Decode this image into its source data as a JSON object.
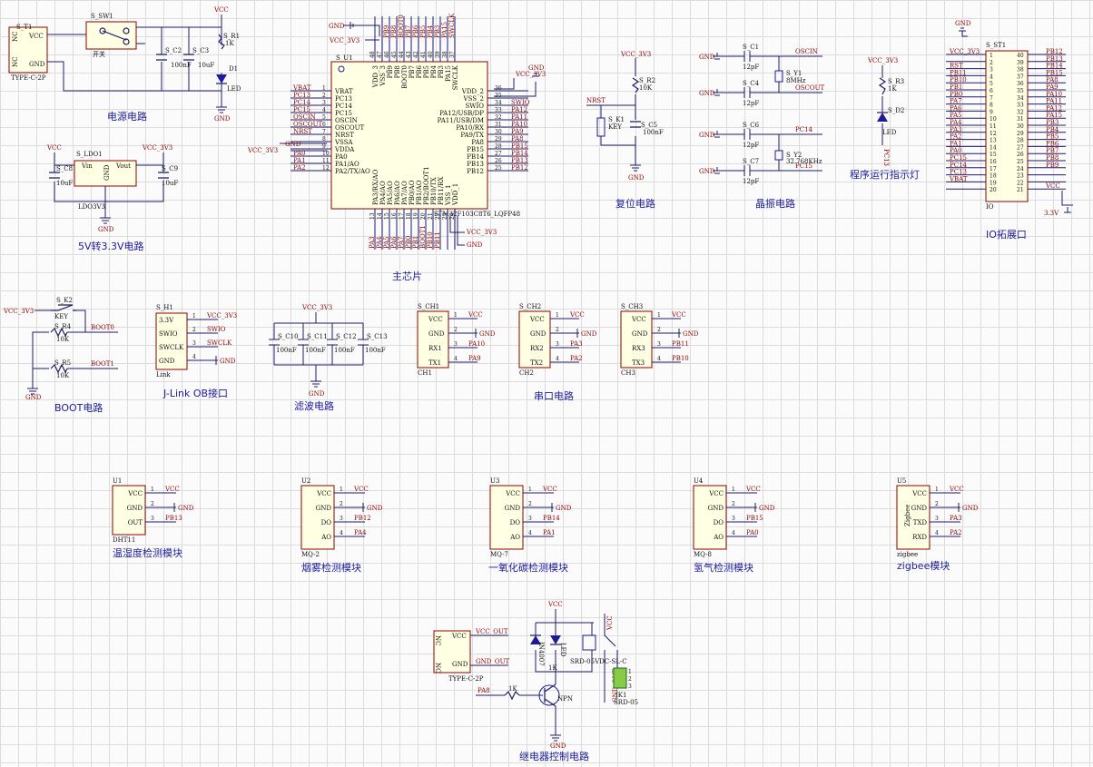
{
  "sections": {
    "power": "电源电路",
    "ldo": "5V转3.3V电路",
    "mcu": "主芯片",
    "reset": "复位电路",
    "crystal": "晶振电路",
    "led": "程序运行指示灯",
    "io": "IO拓展口",
    "boot": "BOOT电路",
    "jlink": "J-Link OB接口",
    "filter": "滤波电路",
    "uart": "串口电路",
    "dht": "温湿度检测模块",
    "smoke": "烟雾检测模块",
    "co": "一氧化碳检测模块",
    "h2": "氢气检测模块",
    "zigbee": "zigbee模块",
    "relay": "继电器控制电路"
  },
  "power_circuit": {
    "conn_ref": "S_T1",
    "conn_pins": [
      "VCC",
      "GND"
    ],
    "conn_nc": [
      "NC",
      "NC"
    ],
    "conn_type": "TYPE-C-2P",
    "sw_ref": "S_SW1",
    "sw_label": "开关",
    "c2_ref": "S_C2",
    "c2_val": "100nF",
    "c3_ref": "S_C3",
    "c3_val": "10uF",
    "r1_ref": "S_R1",
    "r1_val": "1K",
    "d1_ref": "D1",
    "d1_val": "LED",
    "vcc": "VCC",
    "gnd": "GND"
  },
  "ldo_circuit": {
    "ref": "S_LDO1",
    "name": "LDO3V3",
    "vin": "Vin",
    "vout": "Vout",
    "gnd": "GND",
    "c8_ref": "S_C8",
    "c8_val": "10uF",
    "c9_ref": "S_C9",
    "c9_val": "10uF",
    "vcc": "VCC",
    "vcc3v3": "VCC_3V3"
  },
  "mcu": {
    "ref": "S_U1",
    "part": "STM32F103C8T6_LQFP48",
    "left_pins": [
      "VBAT",
      "PC13",
      "PC14",
      "PC15",
      "OSCIN",
      "OSCOUT",
      "NRST",
      "VSSA",
      "VDDA",
      "PA0",
      "PA1/AO",
      "PA2/TX/AO"
    ],
    "left_nets": [
      "VBAT",
      "PC13",
      "PC14",
      "PC15",
      "OSCIN",
      "OSCOUT",
      "NRST",
      "",
      "",
      "PA0",
      "PA1",
      "PA2"
    ],
    "left_nums": [
      "1",
      "2",
      "3",
      "4",
      "5",
      "6",
      "7",
      "8",
      "9",
      "10",
      "11",
      "12"
    ],
    "right_pins": [
      "VDD_2",
      "VSS_2",
      "SWIO",
      "PA12/USB/DP",
      "PA11/USB/DM",
      "PA10/RX",
      "PA9/TX",
      "PA8",
      "PB15",
      "PB14",
      "PB13",
      "PB12"
    ],
    "right_nets": [
      "",
      "",
      "SWIO",
      "PA12",
      "PA11",
      "PA10",
      "PA9",
      "PA8",
      "PB15",
      "PB14",
      "PB13",
      "PB12"
    ],
    "right_nums": [
      "36",
      "35",
      "34",
      "33",
      "32",
      "31",
      "30",
      "29",
      "28",
      "27",
      "26",
      "25"
    ],
    "top_pins": [
      "VDD_3",
      "VSS_3",
      "PB9",
      "PB8",
      "BOOT0",
      "PB7",
      "PB6",
      "PB5",
      "PB4",
      "PB3",
      "PA15",
      "SWCLK"
    ],
    "top_nets": [
      "",
      "",
      "PB9",
      "PB8",
      "BOOT0",
      "PB7",
      "PB6",
      "PB5",
      "PB4",
      "PB3",
      "PA15",
      "SWCLK"
    ],
    "top_nums": [
      "48",
      "47",
      "46",
      "45",
      "44",
      "43",
      "42",
      "41",
      "40",
      "39",
      "38",
      "37"
    ],
    "bottom_pins": [
      "PA3/RX/AO",
      "PA4/AO",
      "PA5/AO",
      "PA6/AO",
      "PA7/AO",
      "PB0/AO",
      "PB1/AO",
      "PB2/BOOT1",
      "PB10/TX",
      "PB11/RX",
      "VSS_1",
      "VDD_1"
    ],
    "bottom_nets": [
      "PA3",
      "PA4",
      "PA5",
      "PA6",
      "PA7",
      "PB0",
      "PB1",
      "BOOT1",
      "PB10",
      "PB11",
      "",
      ""
    ],
    "bottom_nums": [
      "13",
      "14",
      "15",
      "16",
      "17",
      "18",
      "19",
      "20",
      "21",
      "22",
      "23",
      "24"
    ],
    "gnd": "GND",
    "vcc3v3": "VCC_3V3"
  },
  "reset": {
    "ref": "S_K1",
    "val": "KEY",
    "r_ref": "S_R2",
    "r_val": "10K",
    "c_ref": "S_C5",
    "c_val": "100nF",
    "net": "NRST",
    "vcc": "VCC_3V3",
    "gnd": "GND"
  },
  "crystal": {
    "c1_ref": "S_C1",
    "c4_ref": "S_C4",
    "c6_ref": "S_C6",
    "c7_ref": "S_C7",
    "cval": "12pF",
    "y1_ref": "S_Y1",
    "y1_val": "8MHz",
    "y2_ref": "S_Y2",
    "y2_val": "32.768KHz",
    "nets": [
      "OSCIN",
      "OSCOUT",
      "PC14",
      "PC15"
    ],
    "gnd": "GND"
  },
  "led": {
    "r_ref": "S_R3",
    "r_val": "1K",
    "d_ref": "S_D2",
    "d_val": "LED",
    "net": "PC13",
    "vcc": "VCC_3V3"
  },
  "io": {
    "ref": "S_ST1",
    "name": "IO",
    "left_nets": [
      "VCC_3V3",
      "",
      "RST",
      "PB11",
      "PB10",
      "PB1",
      "PB0",
      "PA7",
      "PA6",
      "PA5",
      "PA4",
      "PA3",
      "PA2",
      "PA1",
      "PA0",
      "PC15",
      "PC14",
      "PC13",
      "VBAT",
      ""
    ],
    "right_nets": [
      "PB12",
      "PB13",
      "PB14",
      "PB15",
      "PA8",
      "PA9",
      "PA10",
      "PA11",
      "PA12",
      "PA15",
      "PB3",
      "PB4",
      "PB5",
      "PB6",
      "PB7",
      "PB8",
      "PB9",
      "",
      "",
      "VCC"
    ],
    "left_nums": [
      "1",
      "2",
      "3",
      "4",
      "5",
      "6",
      "7",
      "8",
      "9",
      "10",
      "11",
      "12",
      "13",
      "14",
      "15",
      "16",
      "17",
      "18",
      "19",
      "20"
    ],
    "right_nums": [
      "40",
      "39",
      "38",
      "37",
      "36",
      "35",
      "34",
      "33",
      "32",
      "31",
      "30",
      "29",
      "28",
      "27",
      "26",
      "25",
      "24",
      "23",
      "22",
      "21"
    ],
    "gnd": "GND",
    "v33": "3.3V"
  },
  "boot": {
    "k_ref": "S_K2",
    "k_val": "KEY",
    "r4_ref": "S_R4",
    "r5_ref": "S_R5",
    "r_val": "10K",
    "net0": "BOOT0",
    "net1": "BOOT1",
    "vcc": "VCC_3V3",
    "gnd": "GND"
  },
  "jlink": {
    "ref": "S_H1",
    "name": "Link",
    "pins": [
      "3.3V",
      "SWIO",
      "SWCLK",
      "GND"
    ],
    "nets": [
      "VCC_3V3",
      "SWIO",
      "SWCLK",
      "GND"
    ]
  },
  "filter": {
    "caps": [
      "S_C10",
      "S_C11",
      "S_C12",
      "S_C13"
    ],
    "val": "100nF",
    "vcc": "VCC_3V3",
    "gnd": "GND"
  },
  "uart": [
    {
      "ref": "S_CH1",
      "name": "CH1",
      "pins": [
        "VCC",
        "GND",
        "RX1",
        "TX1"
      ],
      "nets": [
        "VCC",
        "GND",
        "PA10",
        "PA9"
      ]
    },
    {
      "ref": "S_CH2",
      "name": "CH2",
      "pins": [
        "VCC",
        "GND",
        "RX2",
        "TX2"
      ],
      "nets": [
        "VCC",
        "GND",
        "PA3",
        "PA2"
      ]
    },
    {
      "ref": "S_CH3",
      "name": "CH3",
      "pins": [
        "VCC",
        "GND",
        "RX3",
        "TX3"
      ],
      "nets": [
        "VCC",
        "GND",
        "PB11",
        "PB10"
      ]
    }
  ],
  "modules": [
    {
      "ref": "U1",
      "name": "DHT11",
      "pins": [
        "VCC",
        "GND",
        "OUT"
      ],
      "nets": [
        "VCC",
        "GND",
        "PB13"
      ]
    },
    {
      "ref": "U2",
      "name": "MQ-2",
      "pins": [
        "VCC",
        "GND",
        "DO",
        "AO"
      ],
      "nets": [
        "VCC",
        "GND",
        "PB12",
        "PA4"
      ]
    },
    {
      "ref": "U3",
      "name": "MQ-7",
      "pins": [
        "VCC",
        "GND",
        "DO",
        "AO"
      ],
      "nets": [
        "VCC",
        "GND",
        "PB14",
        "PA1"
      ]
    },
    {
      "ref": "U4",
      "name": "MQ-8",
      "pins": [
        "VCC",
        "GND",
        "DO",
        "AO"
      ],
      "nets": [
        "VCC",
        "GND",
        "PB15",
        "PA0"
      ]
    },
    {
      "ref": "U5",
      "name": "zigbee",
      "inner": "Zigbee",
      "pins": [
        "VCC",
        "GND",
        "TXD",
        "RXD"
      ],
      "nets": [
        "VCC",
        "GND",
        "PA3",
        "PA2"
      ]
    }
  ],
  "relay": {
    "conn_type": "TYPE-C-2P",
    "vcc_out": "VCC_OUT",
    "gnd_out": "GND_OUT",
    "nc": "NC",
    "diode": "IN4007",
    "led": "LED",
    "r_led": "1K",
    "relay": "SRD-05VDC-SL-C",
    "jk_ref": "JK1",
    "jk_val": "SRD-05",
    "r_base": "1K",
    "net": "PA8",
    "npn": "NPN",
    "vcc": "VCC",
    "gnd": "GND",
    "pins": [
      "1",
      "2",
      "3"
    ]
  }
}
